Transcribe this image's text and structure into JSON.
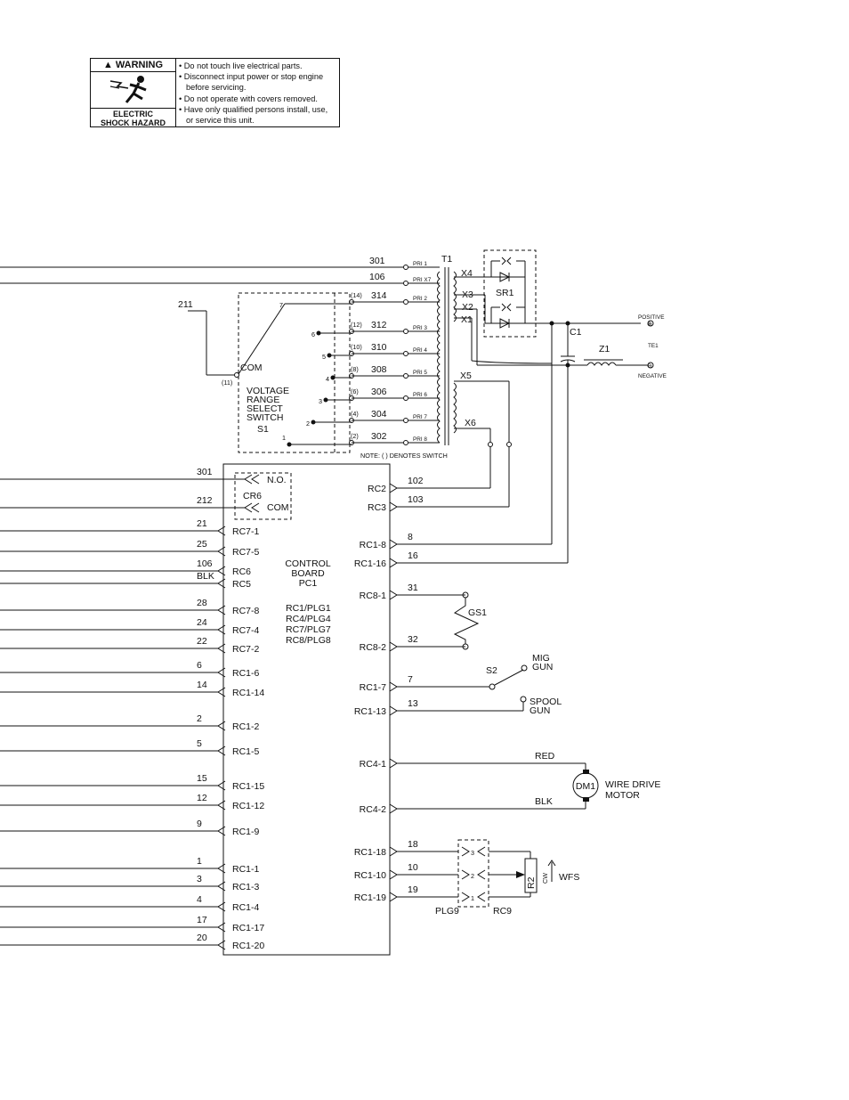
{
  "warning": {
    "title": "WARNING",
    "hazard_line1": "ELECTRIC",
    "hazard_line2": "SHOCK HAZARD",
    "items": [
      "Do not touch live electrical parts.",
      "Disconnect input power or stop engine before servicing.",
      "Do not operate with covers removed.",
      "Have only qualified persons install, use, or service this unit."
    ]
  },
  "transformer": {
    "label": "T1",
    "primary_wires": [
      "301",
      "106",
      "314",
      "312",
      "310",
      "308",
      "306",
      "304",
      "302"
    ],
    "primary_taps": [
      "PRI 1",
      "PRI X7",
      "PRI 2",
      "PRI 3",
      "PRI 4",
      "PRI 5",
      "PRI 6",
      "PRI 7",
      "PRI 8"
    ],
    "switch_pins": [
      "(14)",
      "(12)",
      "(10)",
      "(8)",
      "(6)",
      "(4)",
      "(2)"
    ],
    "secondary_labels": [
      "X4",
      "X3",
      "X2",
      "X1",
      "X5",
      "X6"
    ]
  },
  "switch_s1": {
    "wire": "211",
    "com": "COM",
    "pin": "(11)",
    "positions": [
      "7",
      "6",
      "5",
      "4",
      "3",
      "2",
      "1"
    ],
    "title_lines": [
      "VOLTAGE",
      "RANGE",
      "SELECT",
      "SWITCH"
    ],
    "ref": "S1"
  },
  "note": "NOTE: ( ) DENOTES SWITCH",
  "rectifier": {
    "label": "SR1",
    "capacitor": "C1",
    "inductor": "Z1",
    "positive": "POSITIVE",
    "negative": "NEGATIVE",
    "te": "TE1"
  },
  "relay": {
    "label": "CR6",
    "no": "N.O.",
    "com": "COM"
  },
  "board": {
    "title_lines": [
      "CONTROL",
      "BOARD",
      "PC1"
    ],
    "plugs": [
      "RC1/PLG1",
      "RC4/PLG4",
      "RC7/PLG7",
      "RC8/PLG8"
    ]
  },
  "left_pins": [
    {
      "wire": "301",
      "pin": ""
    },
    {
      "wire": "212",
      "pin": ""
    },
    {
      "wire": "21",
      "pin": "RC7-1"
    },
    {
      "wire": "25",
      "pin": "RC7-5"
    },
    {
      "wire": "106",
      "pin": "RC6"
    },
    {
      "wire": "BLK",
      "pin": "RC5"
    },
    {
      "wire": "28",
      "pin": "RC7-8"
    },
    {
      "wire": "24",
      "pin": "RC7-4"
    },
    {
      "wire": "22",
      "pin": "RC7-2"
    },
    {
      "wire": "6",
      "pin": "RC1-6"
    },
    {
      "wire": "14",
      "pin": "RC1-14"
    },
    {
      "wire": "2",
      "pin": "RC1-2"
    },
    {
      "wire": "5",
      "pin": "RC1-5"
    },
    {
      "wire": "15",
      "pin": "RC1-15"
    },
    {
      "wire": "12",
      "pin": "RC1-12"
    },
    {
      "wire": "9",
      "pin": "RC1-9"
    },
    {
      "wire": "1",
      "pin": "RC1-1"
    },
    {
      "wire": "3",
      "pin": "RC1-3"
    },
    {
      "wire": "4",
      "pin": "RC1-4"
    },
    {
      "wire": "17",
      "pin": "RC1-17"
    },
    {
      "wire": "20",
      "pin": "RC1-20"
    }
  ],
  "right_pins": [
    {
      "wire": "102",
      "pin": "RC2"
    },
    {
      "wire": "103",
      "pin": "RC3"
    },
    {
      "wire": "8",
      "pin": "RC1-8"
    },
    {
      "wire": "16",
      "pin": "RC1-16"
    },
    {
      "wire": "31",
      "pin": "RC8-1"
    },
    {
      "wire": "32",
      "pin": "RC8-2"
    },
    {
      "wire": "7",
      "pin": "RC1-7"
    },
    {
      "wire": "13",
      "pin": "RC1-13"
    },
    {
      "wire": "RED",
      "pin": "RC4-1"
    },
    {
      "wire": "BLK",
      "pin": "RC4-2"
    },
    {
      "wire": "18",
      "pin": "RC1-18"
    },
    {
      "wire": "10",
      "pin": "RC1-10"
    },
    {
      "wire": "19",
      "pin": "RC1-19"
    }
  ],
  "gs1": "GS1",
  "s2": {
    "label": "S2",
    "mig": [
      "MIG",
      "GUN"
    ],
    "spool": [
      "SPOOL",
      "GUN"
    ]
  },
  "motor": {
    "label": "DM1",
    "name": [
      "WIRE DRIVE",
      "MOTOR"
    ]
  },
  "pot": {
    "label": "R2",
    "cw": "CW",
    "wfs": "WFS",
    "plg": "PLG9",
    "rc": "RC9",
    "pins": [
      "3",
      "2",
      "1"
    ]
  }
}
